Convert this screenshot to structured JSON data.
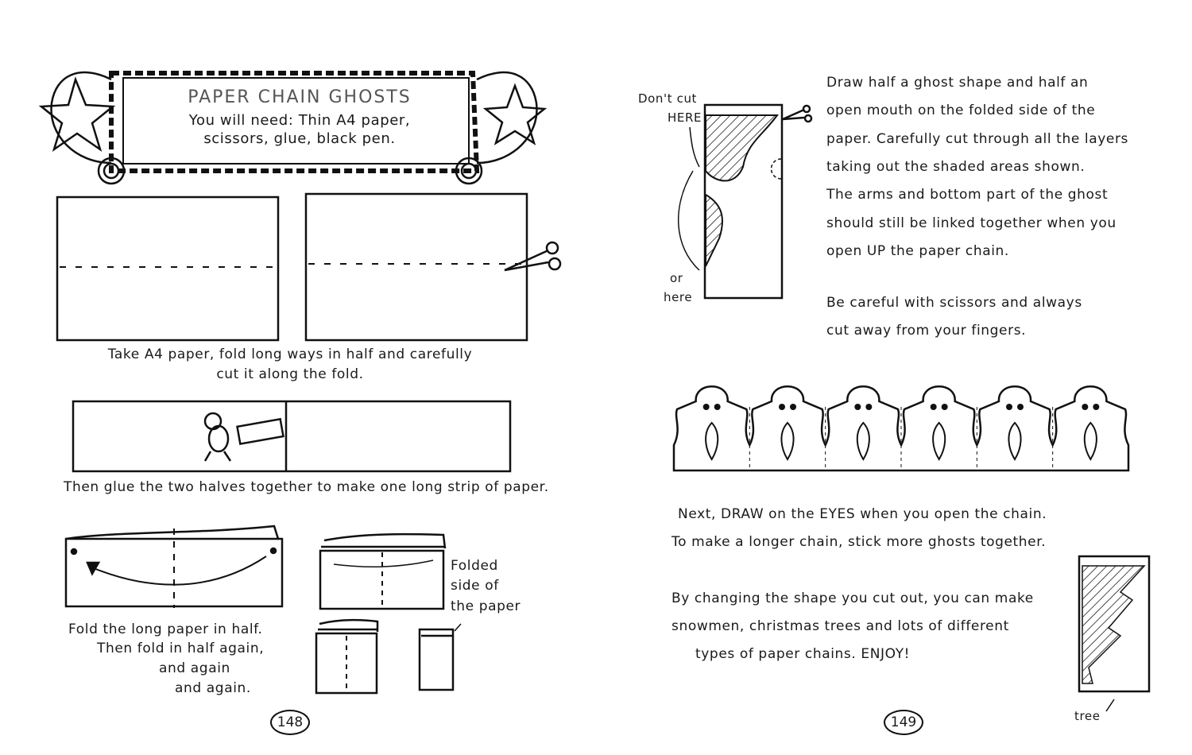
{
  "left_page": {
    "banner": {
      "title": "PAPER CHAIN GHOSTS",
      "needs_line1": "You will need: Thin A4 paper,",
      "needs_line2": "scissors, glue, black pen."
    },
    "step1": {
      "line1": "Take A4 paper, fold long ways in half and carefully",
      "line2": "cut it along the fold."
    },
    "step2": {
      "line1": "Then glue the two halves together to make one long strip of paper."
    },
    "step3": {
      "line1": "Fold the long paper in half.",
      "line2": "Then fold in half again,",
      "line3": "and again",
      "line4": "and again."
    },
    "folded_label": {
      "line1": "Folded",
      "line2": "side of",
      "line3": "the paper"
    },
    "page_number": "148"
  },
  "right_page": {
    "diagram_labels": {
      "dont_cut": "Don't cut",
      "here_upper": "HERE",
      "or": "or",
      "here_lower": "here"
    },
    "instructions": [
      "Draw half a ghost shape and half an",
      "open mouth on the folded side of the",
      "paper. Carefully cut through all the layers",
      "taking out the shaded areas shown.",
      "The arms and bottom part of the ghost",
      "should still be linked together when you",
      "open UP the paper chain."
    ],
    "caution": [
      "Be careful with scissors and always",
      "cut away from your fingers."
    ],
    "next": [
      "Next, DRAW on the EYES when you open the chain.",
      "To make a longer chain, stick more ghosts together."
    ],
    "closing": [
      "By changing the shape you cut out, you can make",
      "snowmen, christmas trees and lots of different",
      "types of paper chains. ENJOY!"
    ],
    "tree_label": "tree",
    "page_number": "149",
    "ghost_count": 6
  }
}
